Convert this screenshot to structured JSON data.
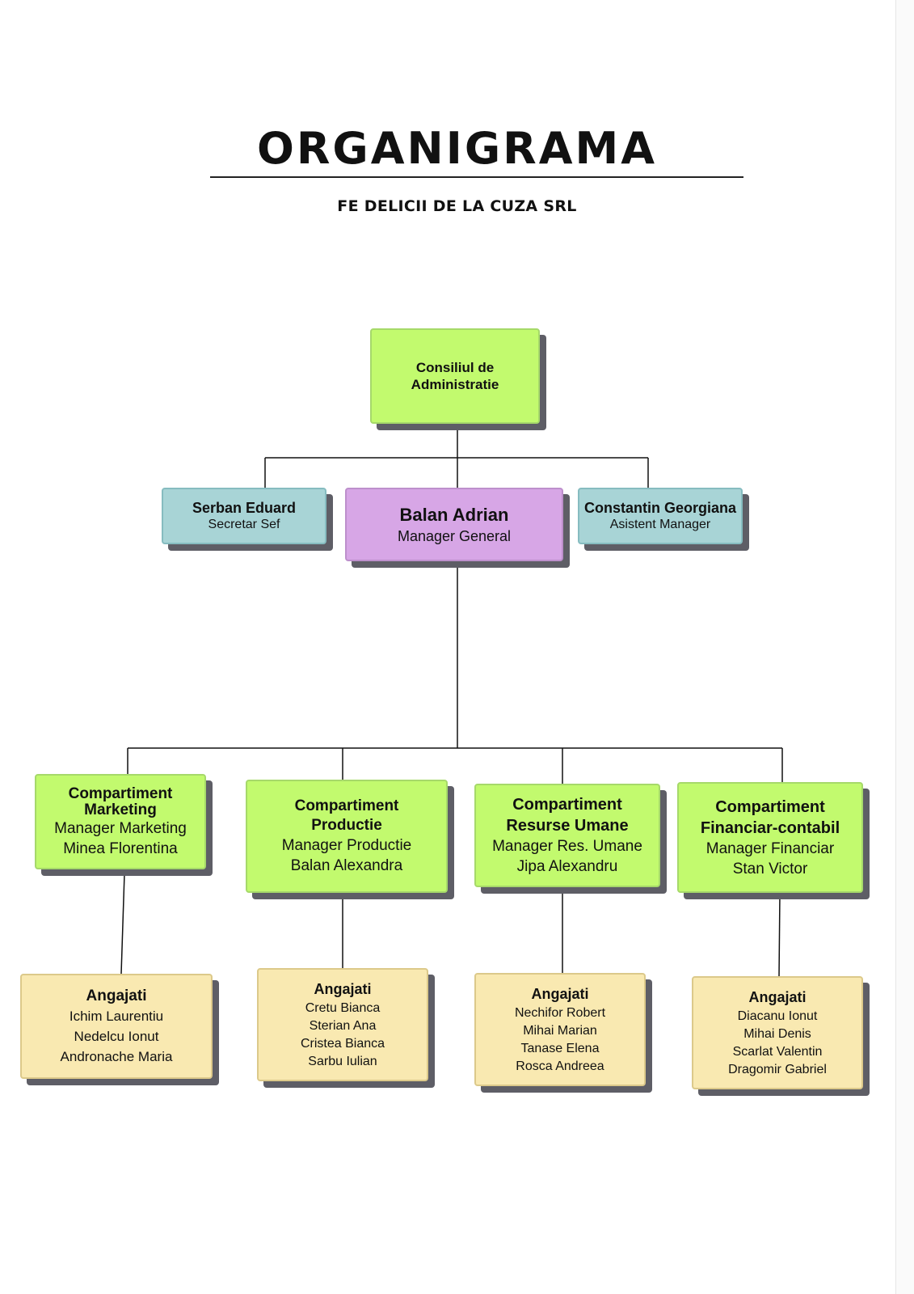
{
  "header": {
    "title": "ORGANIGRAMA",
    "subtitle": "FE DELICII DE LA CUZA SRL"
  },
  "board": {
    "line1": "Consiliul de",
    "line2": "Administratie"
  },
  "secretary": {
    "name": "Serban Eduard",
    "role": "Secretar Sef"
  },
  "general_manager": {
    "name": "Balan Adrian",
    "role": "Manager General"
  },
  "assistant": {
    "name": "Constantin Georgiana",
    "role": "Asistent Manager"
  },
  "departments": [
    {
      "title1": "Compartiment",
      "title2": "Marketing",
      "manager_role": "Manager Marketing",
      "manager_name": "Minea Florentina",
      "employees_heading": "Angajati",
      "employees": [
        "Ichim Laurentiu",
        "Nedelcu Ionut",
        "Andronache Maria"
      ]
    },
    {
      "title1": "Compartiment",
      "title2": "Productie",
      "manager_role": "Manager Productie",
      "manager_name": "Balan Alexandra",
      "employees_heading": "Angajati",
      "employees": [
        "Cretu Bianca",
        "Sterian Ana",
        "Cristea Bianca",
        "Sarbu Iulian"
      ]
    },
    {
      "title1": "Compartiment",
      "title2": "Resurse Umane",
      "manager_role": "Manager Res. Umane",
      "manager_name": "Jipa Alexandru",
      "employees_heading": "Angajati",
      "employees": [
        "Nechifor Robert",
        "Mihai Marian",
        "Tanase Elena",
        "Rosca Andreea"
      ]
    },
    {
      "title1": "Compartiment",
      "title2": "Financiar-contabil",
      "manager_role": "Manager Financiar",
      "manager_name": "Stan Victor",
      "employees_heading": "Angajati",
      "employees": [
        "Diacanu Ionut",
        "Mihai Denis",
        "Scarlat Valentin",
        "Dragomir Gabriel"
      ]
    }
  ],
  "colors": {
    "board": "#c2fa6e",
    "staff": "#a8d4d6",
    "general_manager": "#d7a6e6",
    "departments": "#c2fa6e",
    "employees": "#f9e9b1",
    "shadow": "#5e5e66"
  }
}
